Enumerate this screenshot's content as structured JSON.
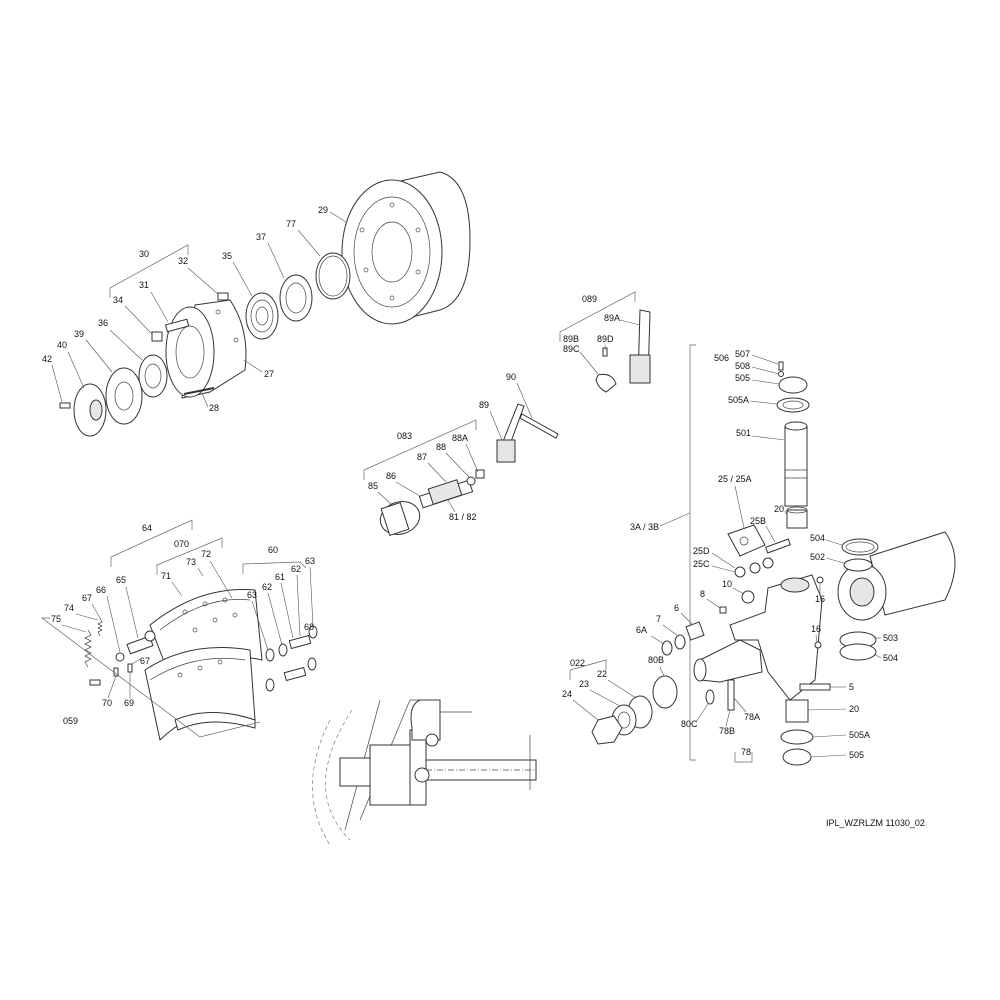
{
  "drawing_id": "IPL_WZRLZM 11030_02",
  "callouts": {
    "c29": "29",
    "c77": "77",
    "c37": "37",
    "c35": "35",
    "c32": "32",
    "c30": "30",
    "c31": "31",
    "c34": "34",
    "c36": "36",
    "c39": "39",
    "c40": "40",
    "c42": "42",
    "c27": "27",
    "c28": "28",
    "c089": "089",
    "c89A": "89A",
    "c89B": "89B",
    "c89C": "89C",
    "c89D": "89D",
    "c90": "90",
    "c89": "89",
    "c083": "083",
    "c88A": "88A",
    "c88": "88",
    "c87": "87",
    "c86": "86",
    "c85": "85",
    "c8182": "81 / 82",
    "c506": "506",
    "c507": "507",
    "c508": "508",
    "c505top": "505",
    "c505Atop": "505A",
    "c501": "501",
    "c2525A": "25 / 25A",
    "c20top": "20",
    "c25B": "25B",
    "c3A3B": "3A / 3B",
    "c504top": "504",
    "c502": "502",
    "c25D": "25D",
    "c25C": "25C",
    "c10": "10",
    "c16a": "16",
    "c8": "8",
    "c6": "6",
    "c7": "7",
    "c6A": "6A",
    "c16b": "16",
    "c503": "503",
    "c504bot": "504",
    "c022": "022",
    "c80B": "80B",
    "c23": "23",
    "c22": "22",
    "c24": "24",
    "c5": "5",
    "c20bot": "20",
    "c78A": "78A",
    "c80C": "80C",
    "c78B": "78B",
    "c78": "78",
    "c505Abot": "505A",
    "c505bot": "505",
    "c64": "64",
    "c070": "070",
    "c72": "72",
    "c60": "60",
    "c73": "73",
    "c71": "71",
    "c65": "65",
    "c63a": "63",
    "c62a": "62",
    "c62b": "62",
    "c63b": "63",
    "c61": "61",
    "c68": "68",
    "c66": "66",
    "c67a": "67",
    "c74": "74",
    "c75": "75",
    "c67b": "67",
    "c70": "70",
    "c69": "69",
    "c059": "059"
  }
}
